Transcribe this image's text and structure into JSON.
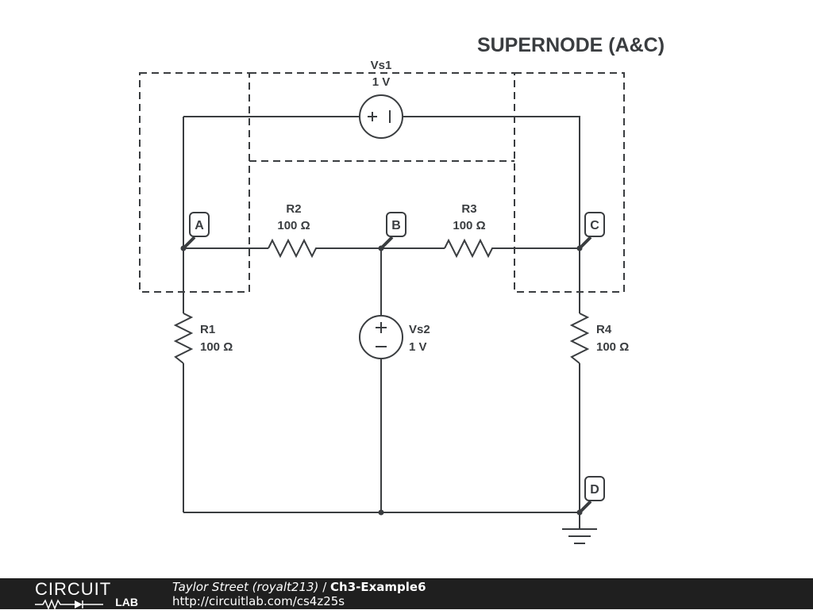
{
  "diagram": {
    "title": "SUPERNODE (A&C)",
    "sources": {
      "vs1": {
        "name": "Vs1",
        "value": "1 V"
      },
      "vs2": {
        "name": "Vs2",
        "value": "1 V"
      }
    },
    "resistors": {
      "r1": {
        "name": "R1",
        "value": "100 Ω"
      },
      "r2": {
        "name": "R2",
        "value": "100 Ω"
      },
      "r3": {
        "name": "R3",
        "value": "100 Ω"
      },
      "r4": {
        "name": "R4",
        "value": "100 Ω"
      }
    },
    "nodes": {
      "a": "A",
      "b": "B",
      "c": "C",
      "d": "D"
    },
    "colors": {
      "wire": "#3a3d40",
      "background": "#ffffff",
      "footer": "#1f1f1f"
    }
  },
  "footer": {
    "logo_top": "CIRCUIT",
    "logo_bottom": "LAB",
    "author": "Taylor Street (royalt213)",
    "separator": " / ",
    "circuit_name": "Ch3-Example6",
    "url": "http://circuitlab.com/cs4z25s"
  }
}
